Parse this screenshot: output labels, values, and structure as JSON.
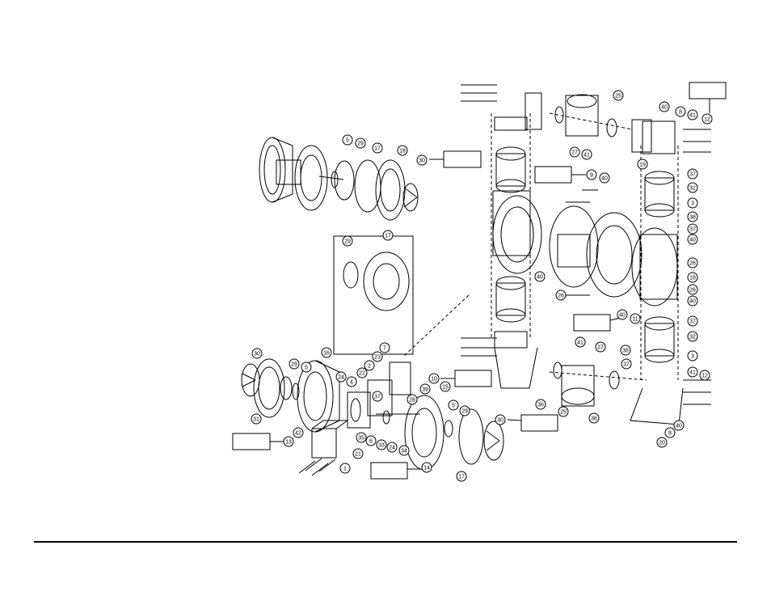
{
  "diagram": {
    "callouts": [
      "1",
      "2",
      "3",
      "4",
      "5",
      "6",
      "7",
      "8",
      "9",
      "10",
      "11",
      "12",
      "13",
      "14",
      "15",
      "16",
      "17",
      "18",
      "19",
      "20",
      "21",
      "22",
      "23",
      "24",
      "25",
      "26",
      "27",
      "28",
      "29",
      "30",
      "31",
      "32",
      "33",
      "34",
      "35",
      "36",
      "37",
      "38",
      "39",
      "40",
      "41",
      "42"
    ],
    "empty_label_boxes": 9
  },
  "colors": {
    "line": "#000000",
    "background": "#ffffff"
  }
}
